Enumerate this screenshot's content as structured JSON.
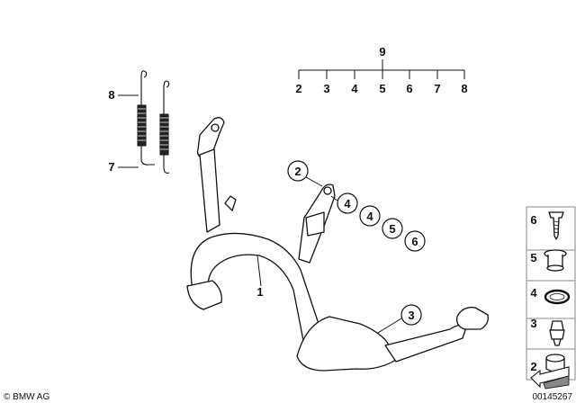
{
  "diagram": {
    "labels": {
      "group_total": "9",
      "group_members": [
        "2",
        "3",
        "4",
        "5",
        "6",
        "7",
        "8"
      ],
      "spring_upper": "8",
      "spring_lower": "7",
      "stand": "1",
      "bubble_a": "2",
      "bubble_b": "4",
      "bubble_c": "4",
      "bubble_d": "5",
      "bubble_e": "6",
      "pedal": "3"
    },
    "side_panel": [
      {
        "number": "6",
        "part": "screw-icon"
      },
      {
        "number": "5",
        "part": "bushing-icon"
      },
      {
        "number": "4",
        "part": "o-ring-icon"
      },
      {
        "number": "3",
        "part": "rubber-buffer-icon"
      },
      {
        "number": "2",
        "part": "sleeve-icon"
      }
    ],
    "footer": {
      "copyright": "© BMW AG",
      "diagram_number": "00145267"
    }
  }
}
